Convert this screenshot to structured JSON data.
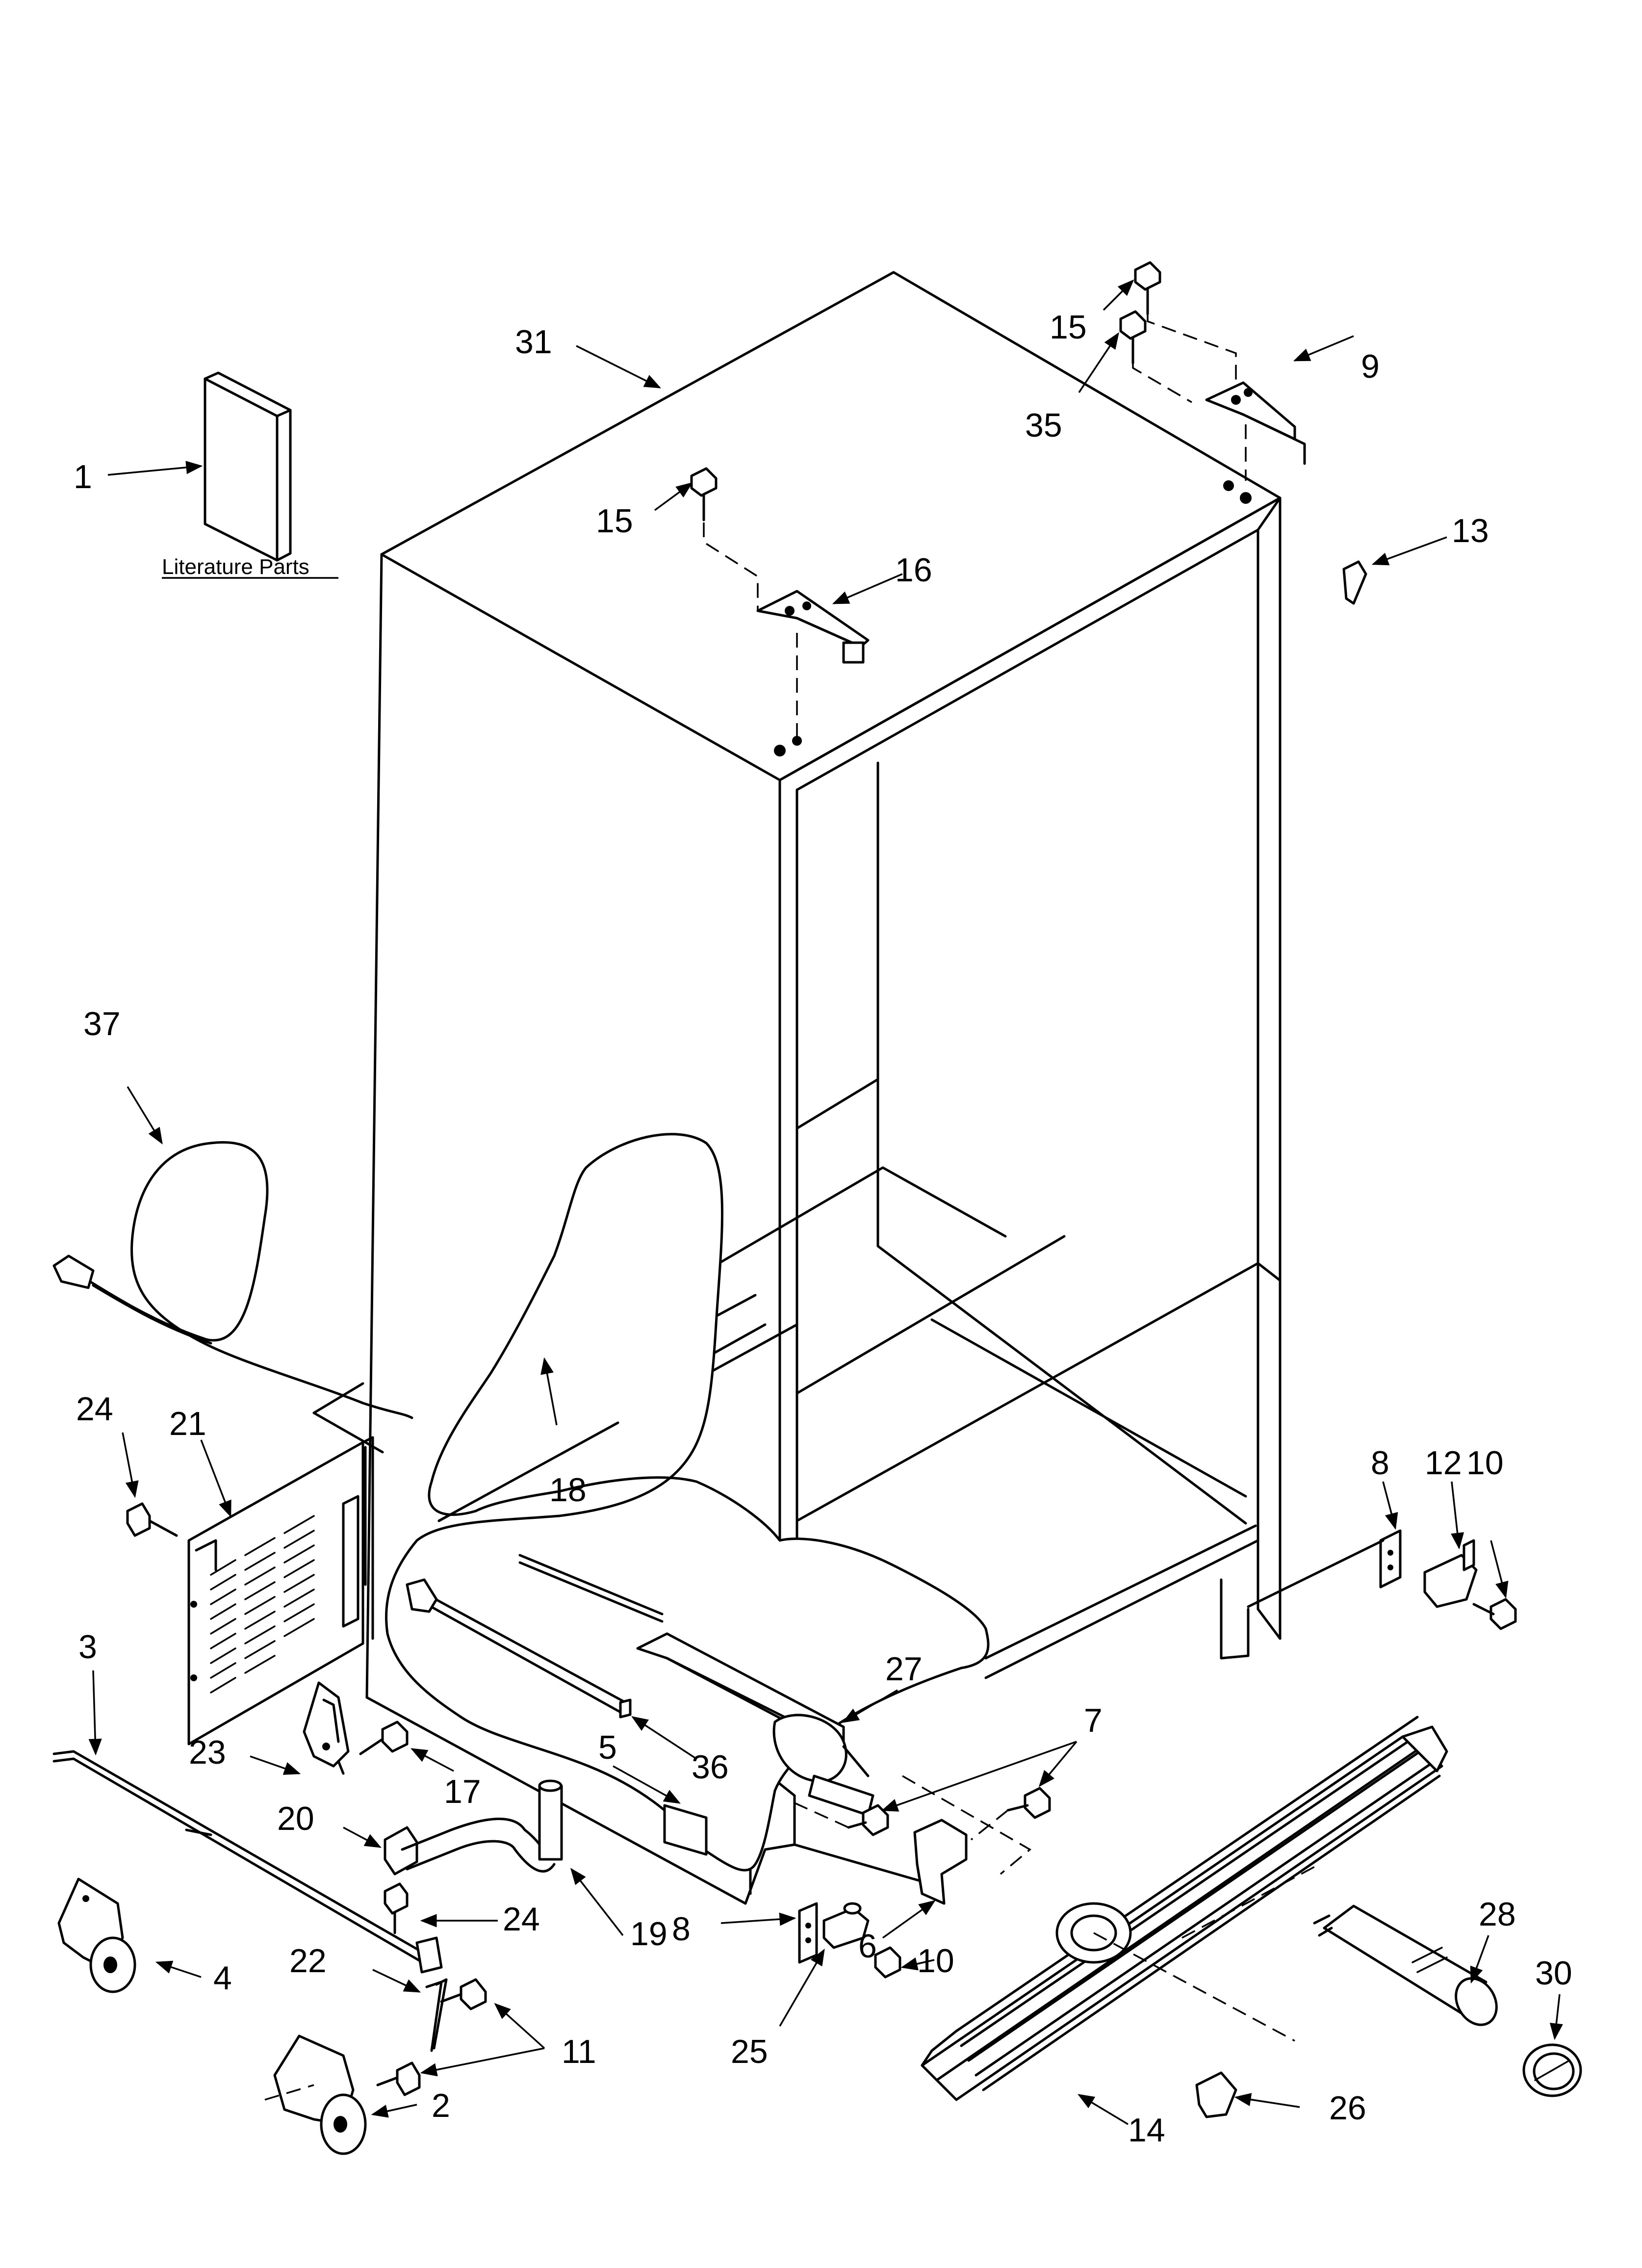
{
  "literature_caption": "Literature Parts",
  "callouts": {
    "c1": "1",
    "c2": "2",
    "c3": "3",
    "c4": "4",
    "c5": "5",
    "c6": "6",
    "c7": "7",
    "c8a": "8",
    "c8b": "8",
    "c9": "9",
    "c10a": "10",
    "c10b": "10",
    "c11": "11",
    "c12": "12",
    "c13": "13",
    "c14": "14",
    "c15a": "15",
    "c15b": "15",
    "c16": "16",
    "c17": "17",
    "c18": "18",
    "c19": "19",
    "c20": "20",
    "c21": "21",
    "c22": "22",
    "c23": "23",
    "c24a": "24",
    "c24b": "24",
    "c25": "25",
    "c26": "26",
    "c27": "27",
    "c28": "28",
    "c30": "30",
    "c31": "31",
    "c35": "35",
    "c36": "36",
    "c37": "37"
  }
}
